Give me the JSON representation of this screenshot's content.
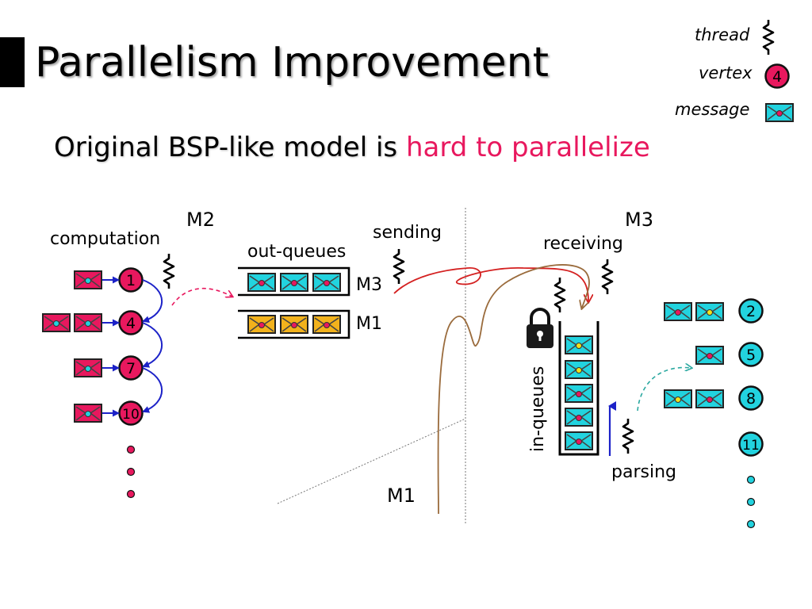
{
  "title": "Parallelism Improvement",
  "subtitle": {
    "prefix": "Original BSP-like model is ",
    "highlight": "hard to parallelize"
  },
  "legend": {
    "thread": "thread",
    "vertex": "vertex",
    "vertex_example": "4",
    "message": "message"
  },
  "machines": {
    "m2": "M2",
    "m3": "M3",
    "m1": "M1"
  },
  "labels": {
    "computation": "computation",
    "out_queues": "out-queues",
    "queue_m3": "M3",
    "queue_m1": "M1",
    "sending": "sending",
    "receiving": "receiving",
    "in_queues": "in-queues",
    "parsing": "parsing"
  },
  "m2_vertices": [
    "1",
    "4",
    "7",
    "10"
  ],
  "m3_vertices": [
    "2",
    "5",
    "8",
    "11"
  ],
  "colors": {
    "vertex_red": "#e8185e",
    "vertex_cyan": "#22d3df",
    "message_red": "#e8185e",
    "message_cyan": "#22d3df",
    "message_yellow": "#f2b21c",
    "highlight": "#e8185e",
    "arrow_blue": "#1c22c8",
    "arrow_red": "#e8185e",
    "arrow_brown": "#9a6b3c",
    "arrow_teal": "#2aa8a0"
  },
  "icons": [
    "thread-icon",
    "vertex-icon",
    "message-icon",
    "lock-icon"
  ]
}
